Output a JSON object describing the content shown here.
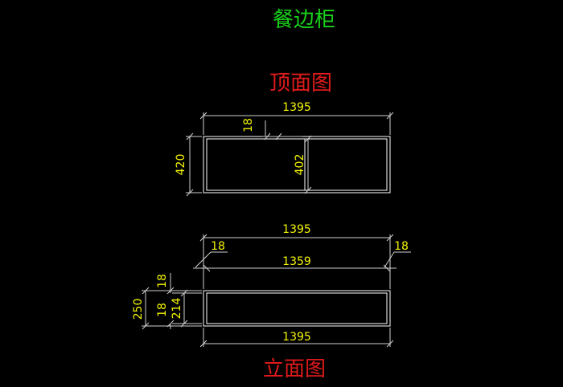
{
  "drawing": {
    "main_title": "餐边柜",
    "top_view_title": "顶面图",
    "elevation_title": "立面图"
  },
  "top_view": {
    "overall_width": "1395",
    "panel_thickness": "18",
    "depth": "420",
    "inner_depth": "402"
  },
  "elevation": {
    "overall_width_top": "1395",
    "left_side_thickness": "18",
    "right_side_thickness": "18",
    "inner_width": "1359",
    "top_thickness": "18",
    "total_height": "250",
    "bottom_thickness": "18",
    "inner_height": "214",
    "overall_width_bottom": "1395"
  },
  "colors": {
    "background": "#000000",
    "main_title": "#19d11a",
    "view_title": "#e01a1a",
    "dimension_text": "#f5f500",
    "dimension_line": "#d0d0d0",
    "outline": "#ffffff"
  }
}
